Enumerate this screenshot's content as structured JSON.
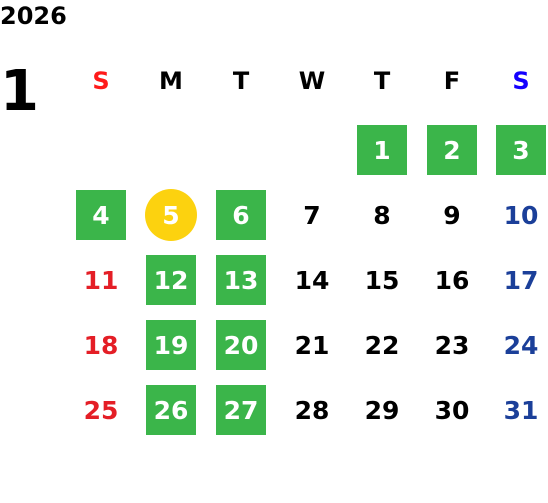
{
  "year": "2026",
  "month": "1",
  "colors": {
    "holiday_green": "#3bb54a",
    "today_yellow": "#fcd20f",
    "sunday_red": "#e41e26",
    "saturday_blue": "#1b3f99"
  },
  "weekdays": [
    "S",
    "M",
    "T",
    "W",
    "T",
    "F",
    "S"
  ],
  "weeks": [
    [
      "",
      "",
      "",
      "",
      "1",
      "2",
      "3"
    ],
    [
      "4",
      "5",
      "6",
      "7",
      "8",
      "9",
      "10"
    ],
    [
      "11",
      "12",
      "13",
      "14",
      "15",
      "16",
      "17"
    ],
    [
      "18",
      "19",
      "20",
      "21",
      "22",
      "23",
      "24"
    ],
    [
      "25",
      "26",
      "27",
      "28",
      "29",
      "30",
      "31"
    ]
  ],
  "highlighted_days": [
    "1",
    "2",
    "3",
    "4",
    "6",
    "12",
    "13",
    "19",
    "20",
    "26",
    "27"
  ],
  "today": "5"
}
